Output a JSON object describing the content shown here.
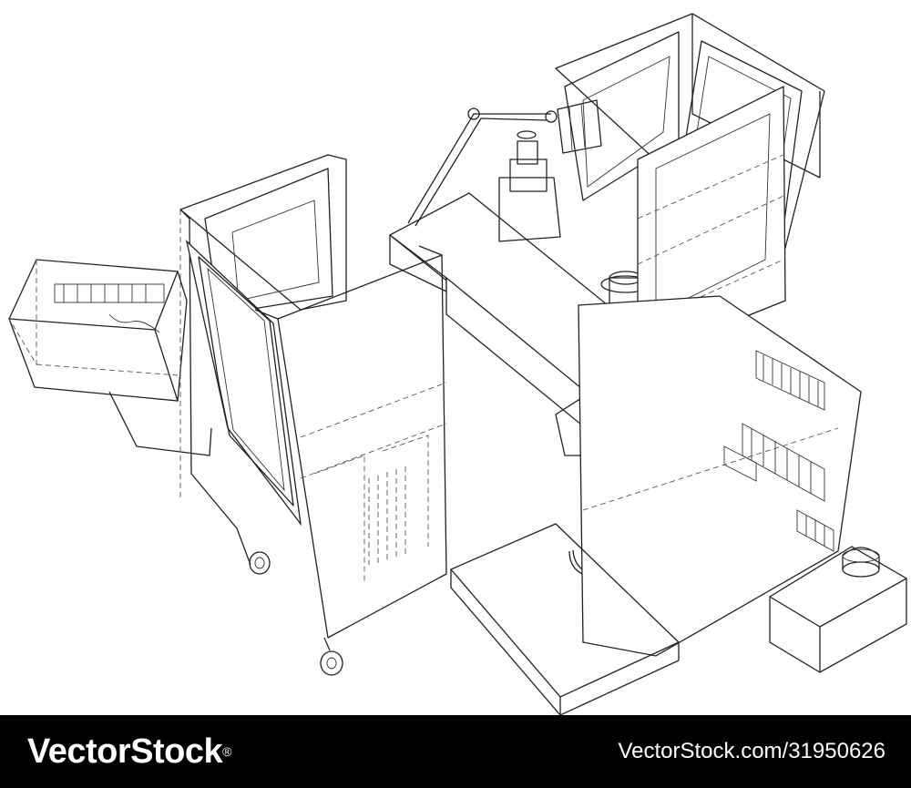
{
  "subject": "wireframe-industrial-machine-illustration",
  "footer": {
    "brand": "VectorStock",
    "brand_mark": "®",
    "image_id": "VectorStock.com/31950626"
  },
  "colors": {
    "background": "#ffffff",
    "line": "#222222",
    "footer_background": "#000000",
    "footer_text": "#ffffff"
  }
}
